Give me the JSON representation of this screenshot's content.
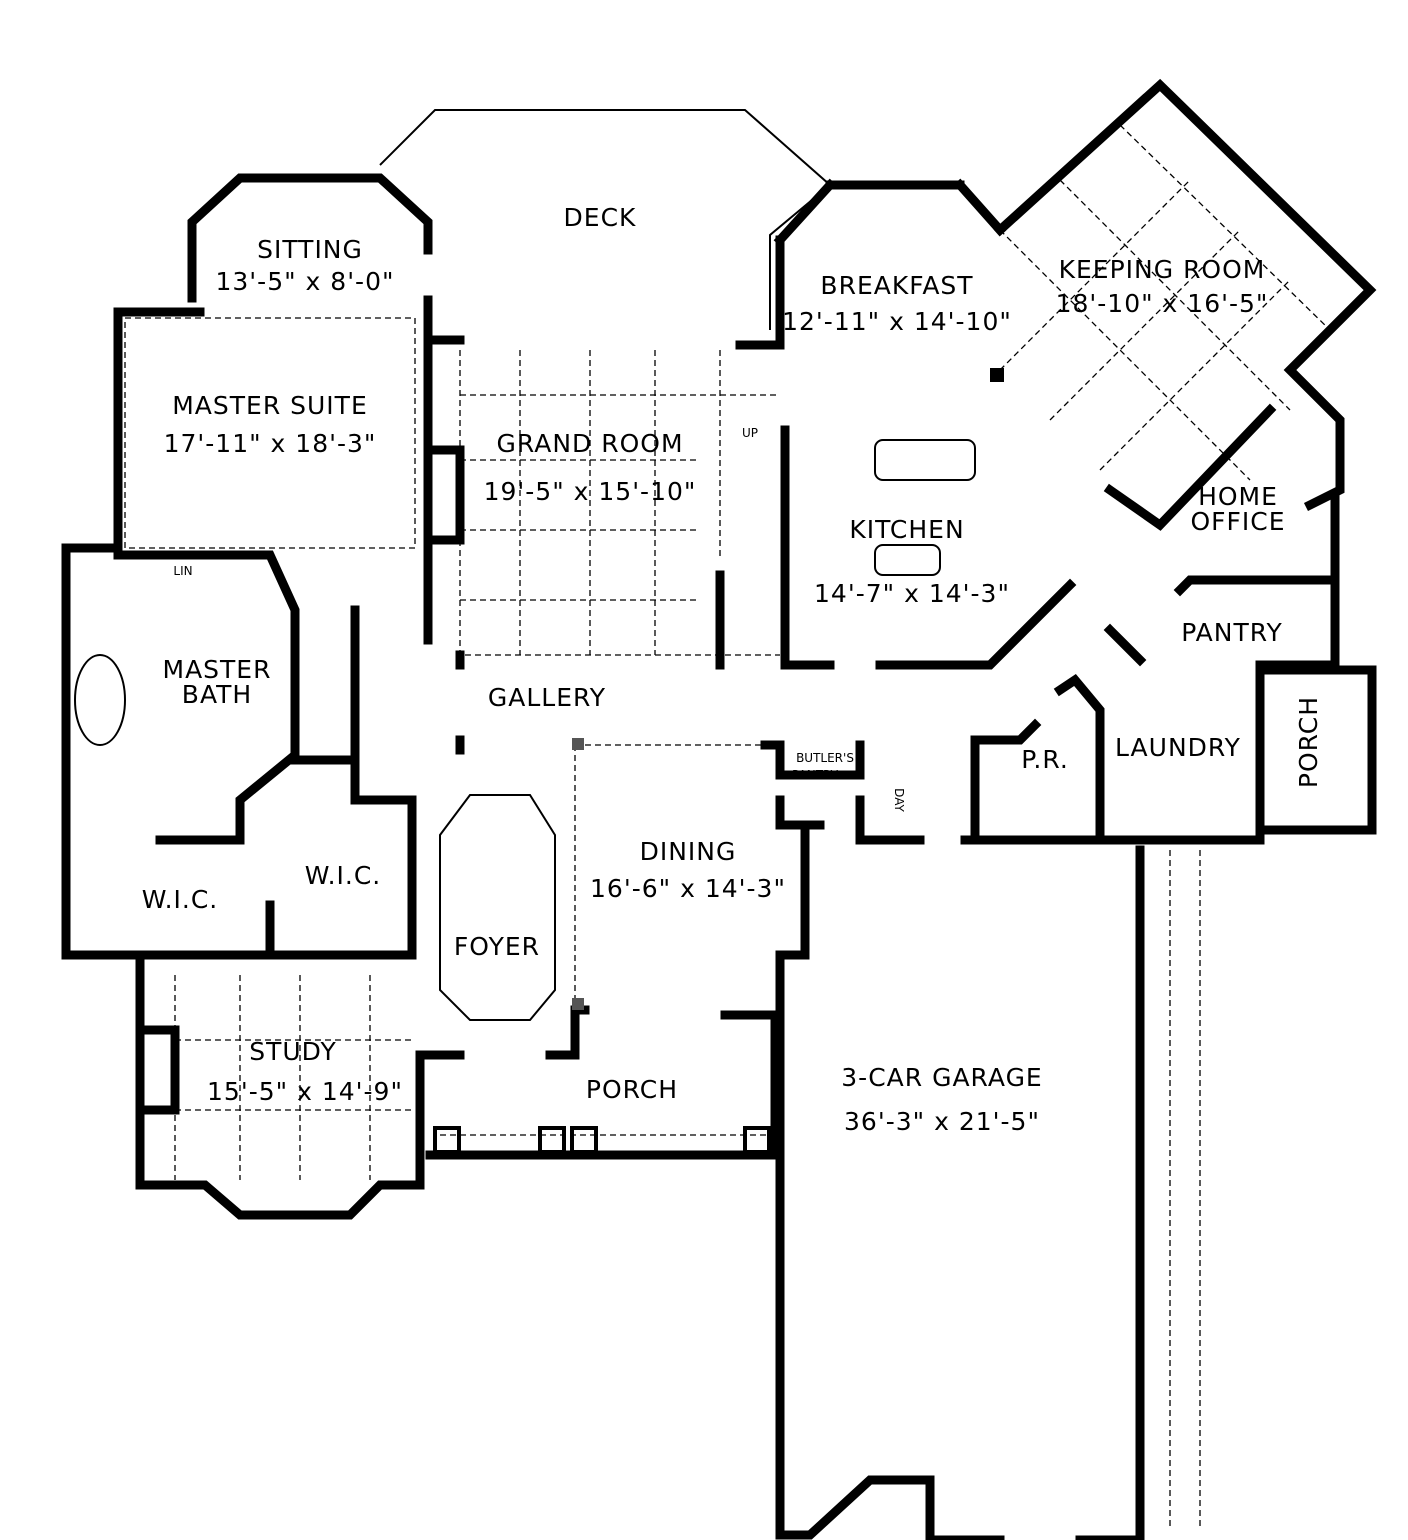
{
  "rooms": {
    "deck": {
      "name": "DECK"
    },
    "sitting": {
      "name": "SITTING",
      "size": "13'-5\" x 8'-0\""
    },
    "breakfast": {
      "name": "BREAKFAST",
      "size": "12'-11\" x 14'-10\""
    },
    "keeping_room": {
      "name": "KEEPING  ROOM",
      "size": "18'-10\" x 16'-5\""
    },
    "master_suite": {
      "name": "MASTER  SUITE",
      "size": "17'-11\" x 18'-3\""
    },
    "grand_room": {
      "name": "GRAND  ROOM",
      "size": "19'-5\" x 15'-10\""
    },
    "stair_up": {
      "name": "UP"
    },
    "kitchen": {
      "name": "KITCHEN",
      "size": "14'-7\" x 14'-3\""
    },
    "home_office": {
      "name1": "HOME",
      "name2": "OFFICE"
    },
    "pantry": {
      "name": "PANTRY"
    },
    "linen": {
      "name": "LIN"
    },
    "master_bath": {
      "name1": "MASTER",
      "name2": "BATH"
    },
    "gallery": {
      "name": "GALLERY"
    },
    "butlers_pantry": {
      "name1": "BUTLER'S",
      "name2": "PANTRY"
    },
    "day": {
      "name": "DAY"
    },
    "powder_room": {
      "name": "P.R."
    },
    "laundry": {
      "name": "LAUNDRY"
    },
    "side_porch": {
      "name": "PORCH"
    },
    "wic_left": {
      "name": "W.I.C."
    },
    "wic_right": {
      "name": "W.I.C."
    },
    "dining": {
      "name": "DINING",
      "size": "16'-6\" x 14'-3\""
    },
    "foyer": {
      "name": "FOYER"
    },
    "study": {
      "name": "STUDY",
      "size": "15'-5\" x 14'-9\""
    },
    "front_porch": {
      "name": "PORCH"
    },
    "garage": {
      "name": "3-CAR  GARAGE",
      "size": "36'-3\" x 21'-5\""
    }
  }
}
